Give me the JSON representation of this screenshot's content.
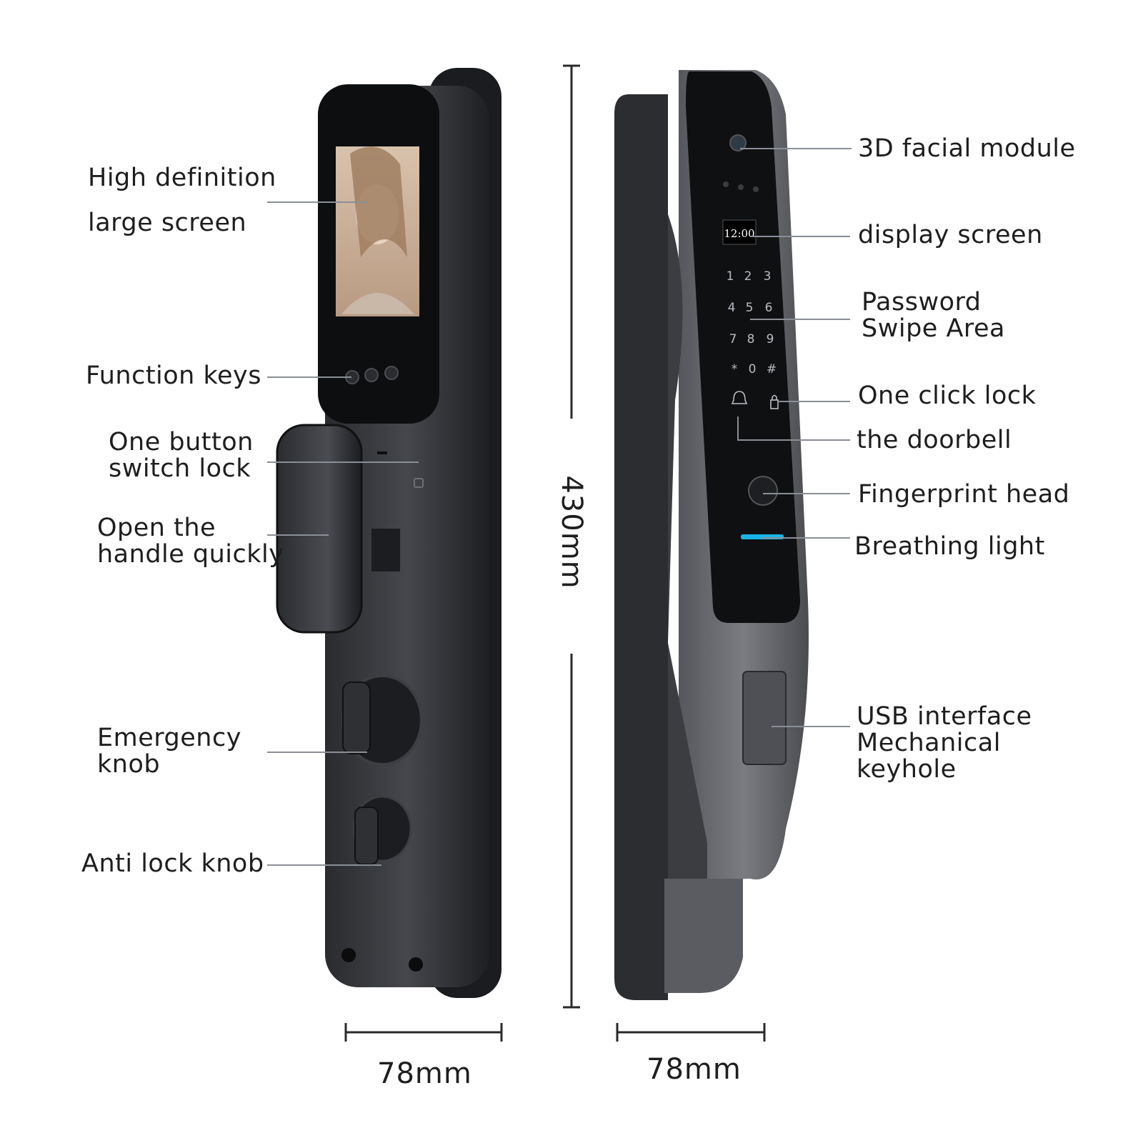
{
  "left_labels": {
    "high_definition": [
      "High definition",
      "large screen"
    ],
    "function_keys": "Function keys",
    "one_button_switch_lock": [
      "One button",
      "switch lock"
    ],
    "open_handle": [
      "Open the",
      "handle quickly"
    ],
    "emergency_knob": [
      "Emergency",
      "knob"
    ],
    "anti_lock_knob": "Anti lock knob"
  },
  "right_labels": {
    "facial_module": "3D facial module",
    "display_screen": "display screen",
    "password_swipe": [
      "Password",
      "Swipe Area"
    ],
    "one_click_lock": "One click lock",
    "doorbell": "the doorbell",
    "fingerprint": "Fingerprint head",
    "breathing_light": "Breathing light",
    "usb_keyhole": [
      "USB interface",
      "Mechanical",
      "keyhole"
    ]
  },
  "dimensions": {
    "height": "430mm",
    "front_width": "78mm",
    "side_width": "78mm"
  },
  "screen": {
    "clock": "12:00"
  },
  "keypad": [
    "1",
    "2",
    "3",
    "4",
    "5",
    "6",
    "7",
    "8",
    "9",
    "*",
    "0",
    "#"
  ],
  "colors": {
    "body": "#3a3c40",
    "body_dark": "#222326",
    "panel": "#0e0f11",
    "leader": "#8a8f96",
    "breathing_light": "#19b6e8"
  }
}
